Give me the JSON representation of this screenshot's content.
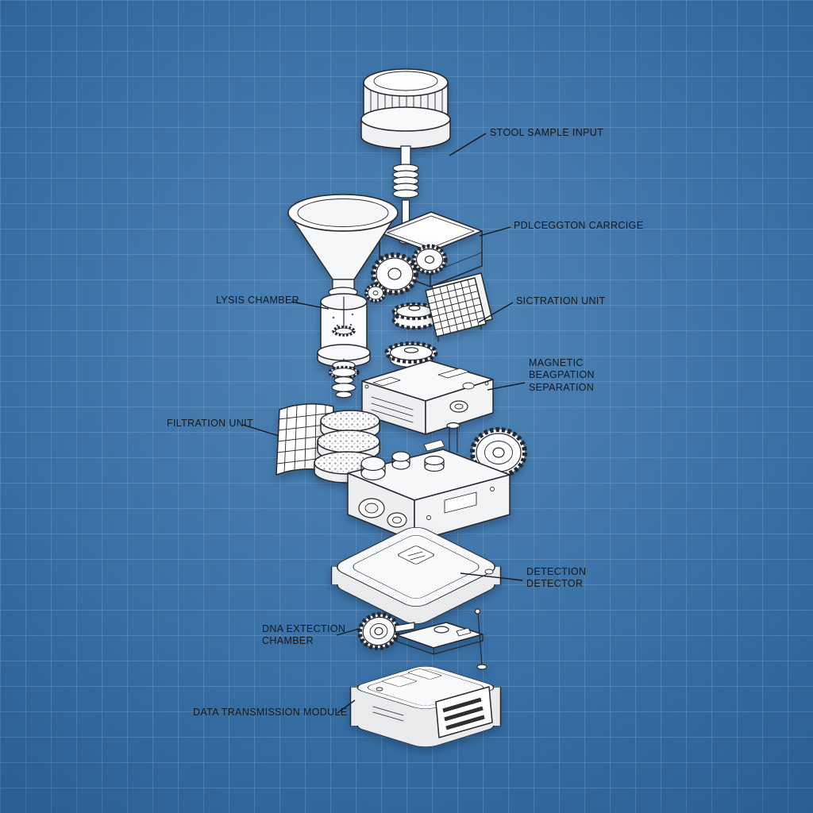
{
  "meta": {
    "style": "exploded blueprint diagram",
    "background_color": "#31699f",
    "grid_color": "#c6def5",
    "ink_color": "#26282b",
    "paper_color": "#f7f8f9"
  },
  "labels": [
    {
      "id": "stool-sample-input",
      "text": "STOOL SAMPLE INPUT"
    },
    {
      "id": "processing-cartridge",
      "text": "PDLCEGGTON CARRCIGE"
    },
    {
      "id": "lysis-chamber",
      "text": "LYSIS CHAMBER"
    },
    {
      "id": "sictration-unit",
      "text": "SICTRATION UNIT"
    },
    {
      "id": "magnetic-bead-separation",
      "text": "MAGNETIC\nBEAGPATION\nSEPARATION"
    },
    {
      "id": "filtration-unit",
      "text": "FILTRATION UNIT"
    },
    {
      "id": "detection-detector",
      "text": "DETECTION\nDETECTOR"
    },
    {
      "id": "dna-extraction-chamber",
      "text": "DNA EXTECTION\nCHAMBER"
    },
    {
      "id": "data-transmission-module",
      "text": "DATA TRANSMISSION MODULE"
    }
  ]
}
